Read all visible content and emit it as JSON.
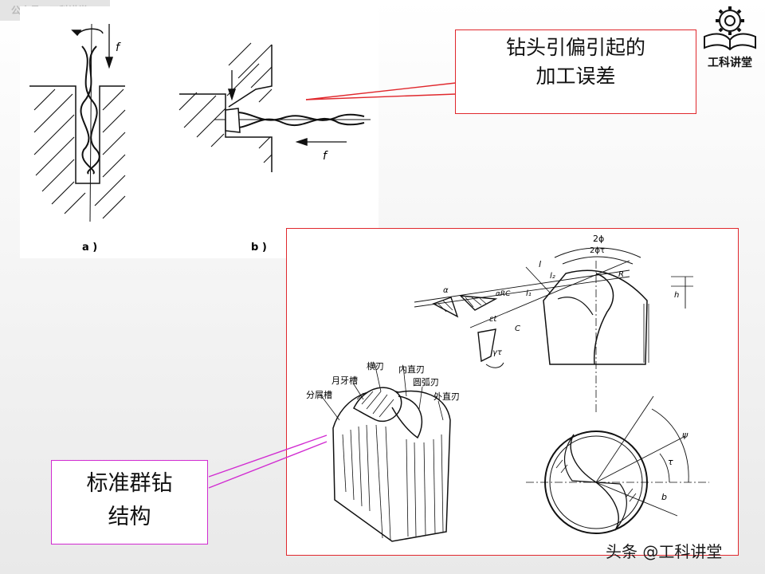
{
  "watermark": {
    "text": "公众号：工科讲堂",
    "footer": "头条 @工科讲堂"
  },
  "logo": {
    "text": "工科讲堂"
  },
  "callouts": {
    "top": {
      "lines": [
        "钻头引偏引起的",
        "加工误差"
      ]
    },
    "left": {
      "lines": [
        "标准群钻",
        "结构"
      ]
    }
  },
  "figure_a": {
    "label": "a )",
    "feed": "f"
  },
  "figure_b": {
    "label": "b )",
    "feed": "f"
  },
  "group_drill": {
    "part_labels": [
      "横刃",
      "内直刃",
      "月牙槽",
      "圆弧刃",
      "分屑槽",
      "外直刃"
    ],
    "dim_labels": [
      "2ϕ",
      "2ϕτ",
      "l",
      "l₂",
      "l₁",
      "R",
      "h",
      "α",
      "αRC",
      "εt",
      "C",
      "γτ",
      "ψ",
      "τ",
      "b"
    ]
  },
  "colors": {
    "red_border": "#e0282d",
    "magenta_border": "#d12bd1",
    "leader_red": "#e0282d",
    "leader_magenta": "#d12bd1"
  }
}
